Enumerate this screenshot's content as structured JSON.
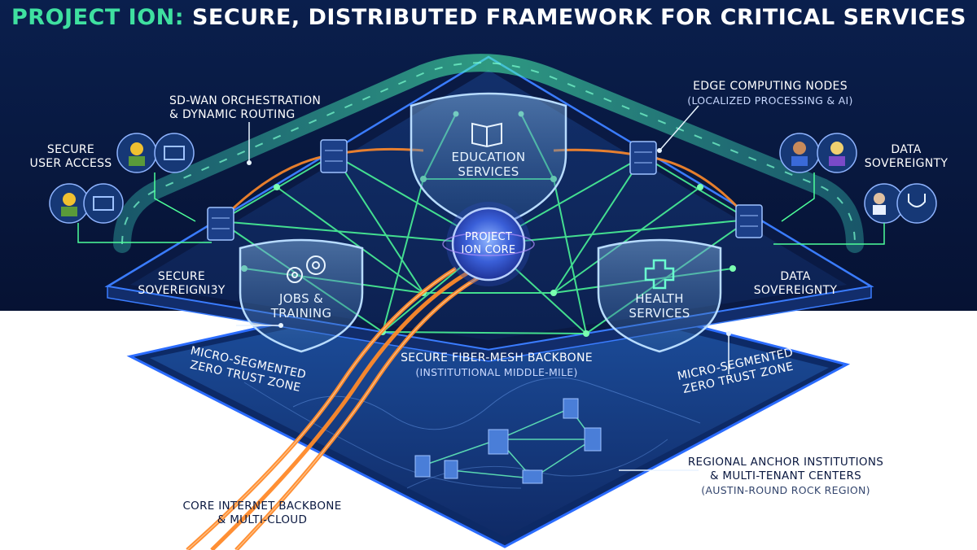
{
  "title": {
    "highlight": "PROJECT ION:",
    "rest": "SECURE, DISTRIBUTED FRAMEWORK FOR CRITICAL SERVICES"
  },
  "labels": {
    "sdwan": {
      "line1": "SD-WAN ORCHESTRATION",
      "line2": "& DYNAMIC ROUTING"
    },
    "edge": {
      "line1": "EDGE COMPUTING NODES",
      "line2": "(LOCALIZED PROCESSING & AI)"
    },
    "secure_user_access": {
      "line1": "SECURE",
      "line2": "USER ACCESS"
    },
    "data_sovereignty_top": {
      "line1": "DATA",
      "line2": "SOVEREIGNTY"
    },
    "secure_sovereignty_left": {
      "line1": "SECURE",
      "line2": "SOVEREIGNI3Y"
    },
    "data_sovereignty_right": {
      "line1": "DATA",
      "line2": "SOVEREIGNTY"
    },
    "microseg_left": {
      "line1": "MICRO-SEGMENTED",
      "line2": "ZERO TRUST ZONE"
    },
    "microseg_right": {
      "line1": "MICRO-SEGMENTED",
      "line2": "ZERO TRUST ZONE"
    },
    "backbone": {
      "line1": "SECURE FIBER-MESH BACKBONE",
      "line2": "(INSTITUTIONAL MIDDLE-MILE)"
    },
    "regional": {
      "line1": "REGIONAL ANCHOR INSTITUTIONS",
      "line2": "& MULTI-TENANT CENTERS",
      "line3": "(AUSTIN-ROUND ROCK REGION)"
    },
    "core_internet": {
      "line1": "CORE INTERNET BACKBONE",
      "line2": "& MULTI-CLOUD"
    }
  },
  "shields": {
    "education": {
      "line1": "EDUCATION",
      "line2": "SERVICES",
      "icon": "book-icon"
    },
    "jobs": {
      "line1": "JOBS &",
      "line2": "TRAINING",
      "icon": "gears-icon"
    },
    "health": {
      "line1": "HEALTH",
      "line2": "SERVICES",
      "icon": "medical-cross-icon"
    }
  },
  "core": {
    "line1": "PROJECT",
    "line2": "ION CORE"
  },
  "colors": {
    "background_dark": "#071a3e",
    "accent_green": "#3fe0a0",
    "mesh_green": "#4dff9a",
    "fiber_orange": "#ff8a2a",
    "platform_blue": "#1a3a7a"
  }
}
